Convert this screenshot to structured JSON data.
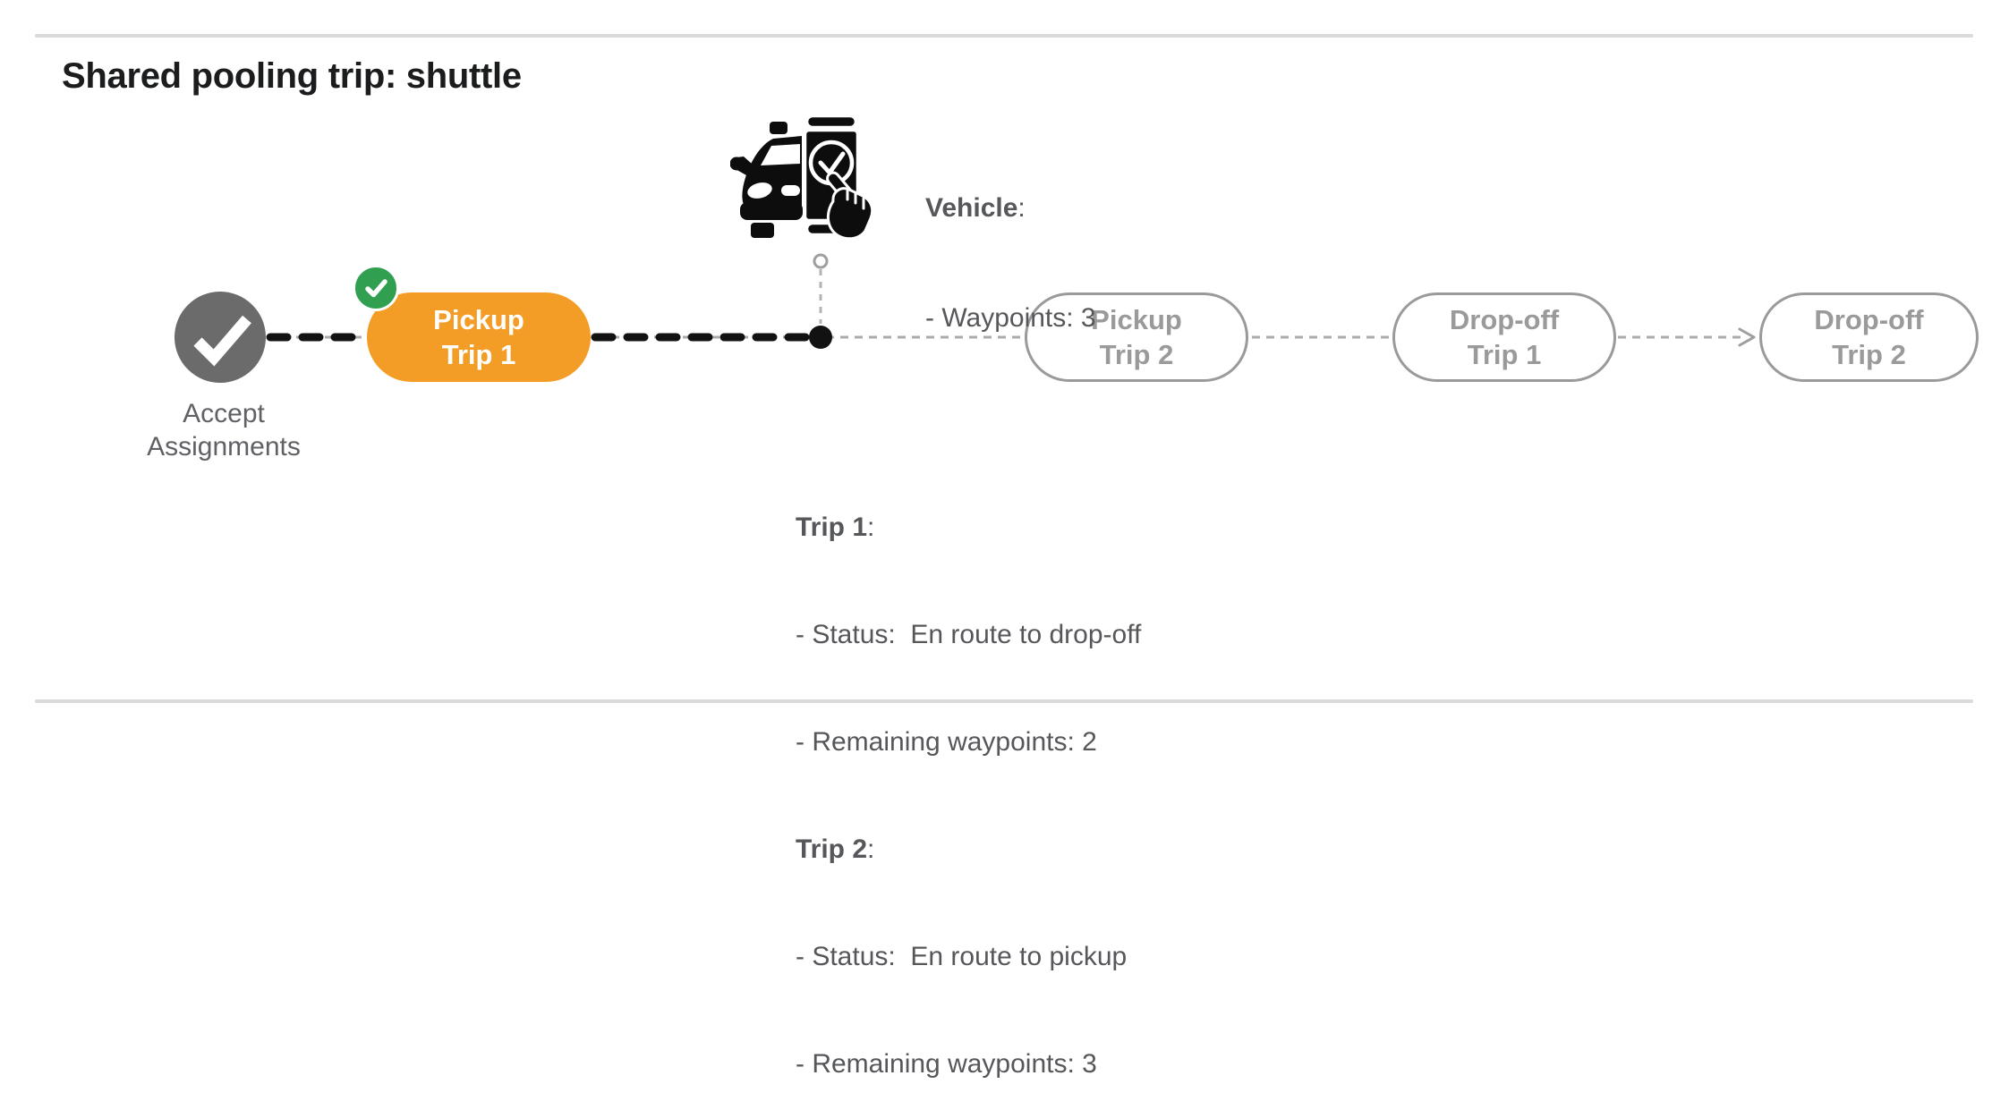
{
  "header": {
    "title": "Shared pooling trip: shuttle"
  },
  "timeline": {
    "accept": {
      "line1": "Accept",
      "line2": "Assignments"
    },
    "nodes": [
      {
        "line1": "Pickup",
        "line2": "Trip 1",
        "state": "current"
      },
      {
        "line1": "Pickup",
        "line2": "Trip 2",
        "state": "upcoming"
      },
      {
        "line1": "Drop-off",
        "line2": "Trip 1",
        "state": "upcoming"
      },
      {
        "line1": "Drop-off",
        "line2": "Trip 2",
        "state": "upcoming"
      }
    ]
  },
  "vehicle_info": {
    "title": "Vehicle",
    "colon": ":",
    "waypoints_line": "- Waypoints: 3"
  },
  "trip_info": {
    "trip1": {
      "title": "Trip 1",
      "colon": ":",
      "status_line": "- Status:  En route to drop-off",
      "waypoints_line": "- Remaining waypoints: 2"
    },
    "trip2": {
      "title": "Trip 2",
      "colon": ":",
      "status_line": "- Status:  En route to pickup",
      "waypoints_line": "- Remaining waypoints: 3"
    }
  },
  "colors": {
    "current_node_fill": "#F49D26",
    "completed_badge_fill": "#30A050",
    "accept_circle_fill": "#6B6B6B",
    "upcoming_node_border": "#9A9A9A",
    "traveled_path": "#121212",
    "planned_path": "#ABABAB",
    "divider": "#DADADA"
  }
}
